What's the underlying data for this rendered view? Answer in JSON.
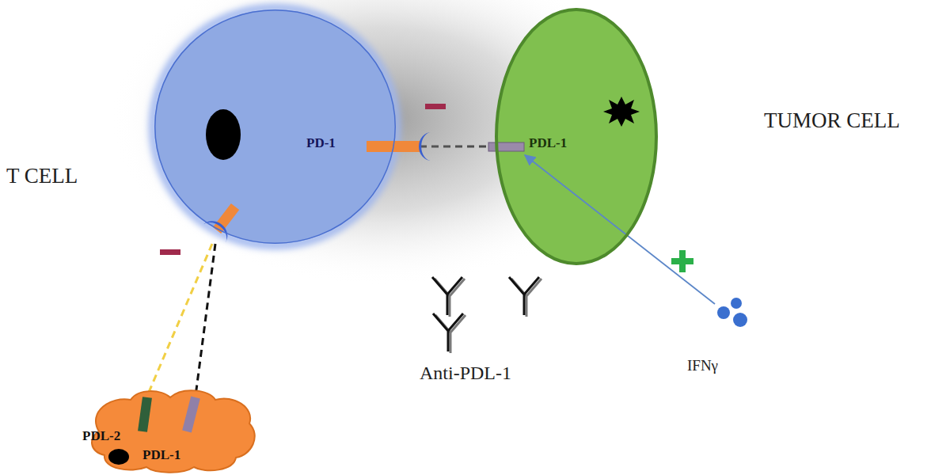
{
  "diagram": {
    "nodes": [
      {
        "text": [
          "PD-1"
        ]
      },
      {
        "text": [
          "PDL-1"
        ]
      },
      {
        "text": [
          "PDL-2",
          "PDL-1"
        ]
      }
    ],
    "edges": [
      {
        "from": 0,
        "to": 1,
        "arrow": "none"
      },
      {
        "from": 0,
        "to": 2,
        "arrow": "none"
      },
      {
        "from": 0,
        "to": 2,
        "arrow": "none"
      }
    ],
    "labels": [
      "T CELL",
      "TUMOR CELL",
      "Anti-PDL-1",
      "IFNγ"
    ]
  }
}
